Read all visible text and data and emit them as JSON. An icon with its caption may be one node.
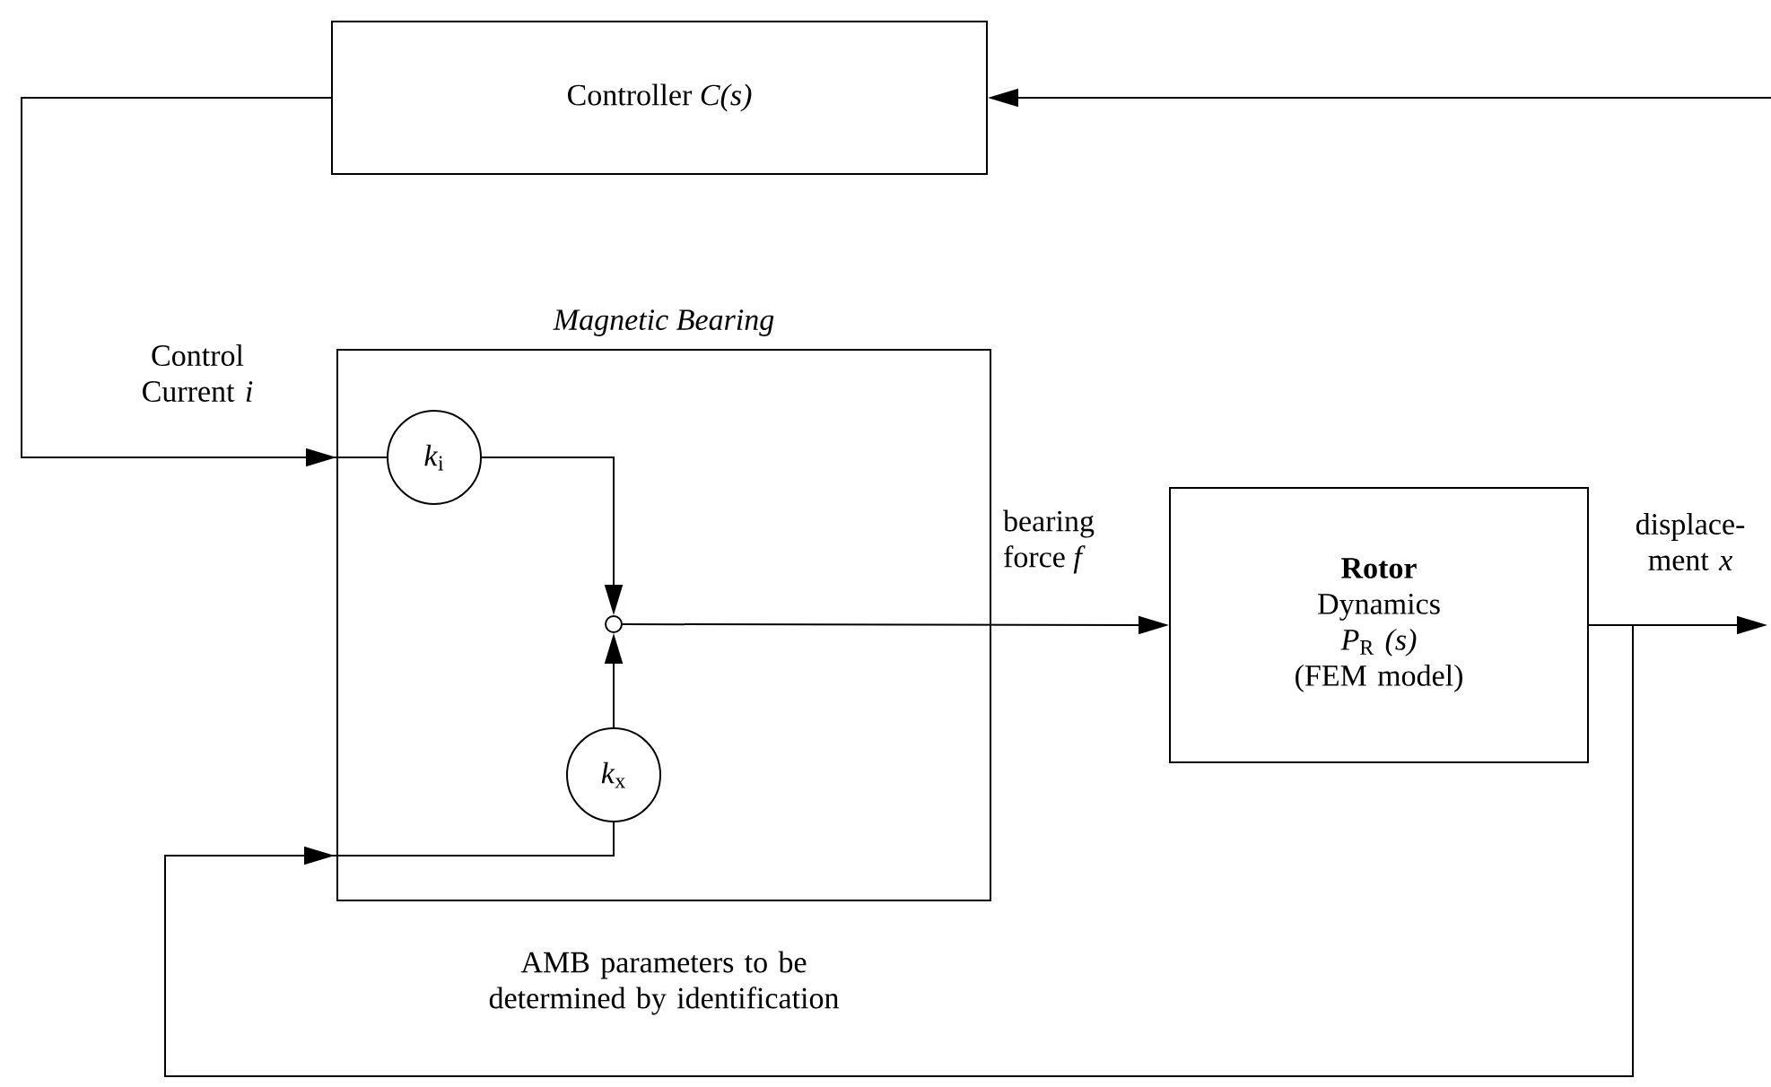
{
  "diagram": {
    "nodes": [
      {
        "text": [
          "Controller *C(s)*"
        ]
      },
      {
        "text": [
          "Magnetic Bearing"
        ],
        "beside": [
          "AMB parameters to be determined by identification"
        ]
      },
      {
        "text": [
          "*k*$_{i}$"
        ],
        "in": 1
      },
      {
        "text": [],
        "shape": "circle",
        "in": 1
      },
      {
        "text": [
          "*k*$_{x}$"
        ],
        "in": 1
      },
      {
        "text": [
          "**Rotor** Dynamics",
          "*P*$_{R}$ *(s)*",
          "(FEM model)"
        ]
      }
    ],
    "edges": [
      {
        "from": 0,
        "to": 2,
        "arrow": "to",
        "label": "Control Current *i*"
      },
      {
        "from": 2,
        "to": 3,
        "arrow": "to"
      },
      {
        "from": 4,
        "to": 3,
        "arrow": "to"
      },
      {
        "from": 3,
        "to": 5,
        "arrow": "to",
        "label": "bearing force *f*"
      },
      {
        "from": 5,
        "to": null,
        "arrow": "to",
        "label": "displace- ment *x*"
      },
      {
        "from": 5,
        "to": 4,
        "arrow": "to"
      },
      {
        "from": null,
        "to": 0,
        "arrow": "to"
      }
    ]
  }
}
